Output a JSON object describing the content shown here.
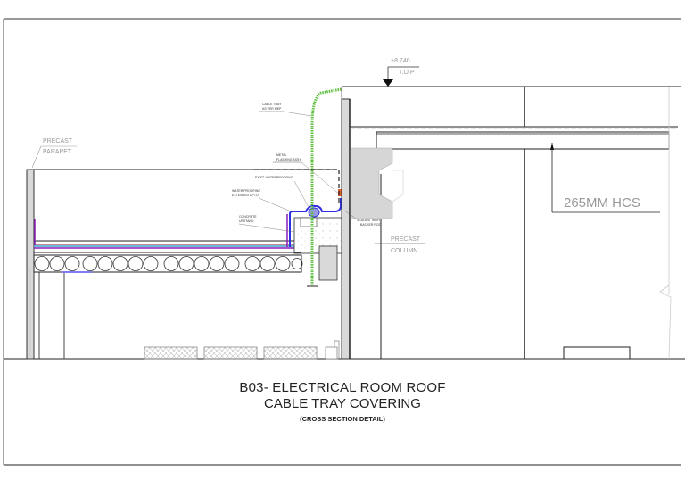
{
  "drawing": {
    "title_line1": "B03- ELECTRICAL ROOM ROOF",
    "title_line2": "CABLE TRAY COVERING",
    "title_line3": "(CROSS SECTION DETAIL)"
  },
  "annotations": {
    "level_value": "+8.740",
    "level_label": "T.O.P",
    "parapet_line1": "PRECAST",
    "parapet_line2": "PARAPET",
    "column_line1": "PRECAST",
    "column_line2": "COLUMN",
    "slab_label": "265MM  HCS",
    "cable_tray_line1": "CABLE TRAY",
    "cable_tray_line2": "AS PER MEP",
    "note_a_line1": "METAL",
    "note_a_line2": "FLASHING ASSY",
    "note_b": "EXIST. WATERPROOFING",
    "note_c_line1": "WATER PROOFING",
    "note_c_line2": "EXTENDED UPTO",
    "note_d_line1": "CONCRETE",
    "note_d_line2": "UPSTAND",
    "note_e_line1": "SEALANT WITH",
    "note_e_line2": "BACKER ROD"
  },
  "colors": {
    "line": "#1a1a1a",
    "concrete_fill": "#d9d9d9",
    "cable_tray": "#5fbf3f",
    "waterproofing": "#3030e0",
    "membrane_purple": "#8a1ab8",
    "annotation_text": "#9a9a9a"
  }
}
